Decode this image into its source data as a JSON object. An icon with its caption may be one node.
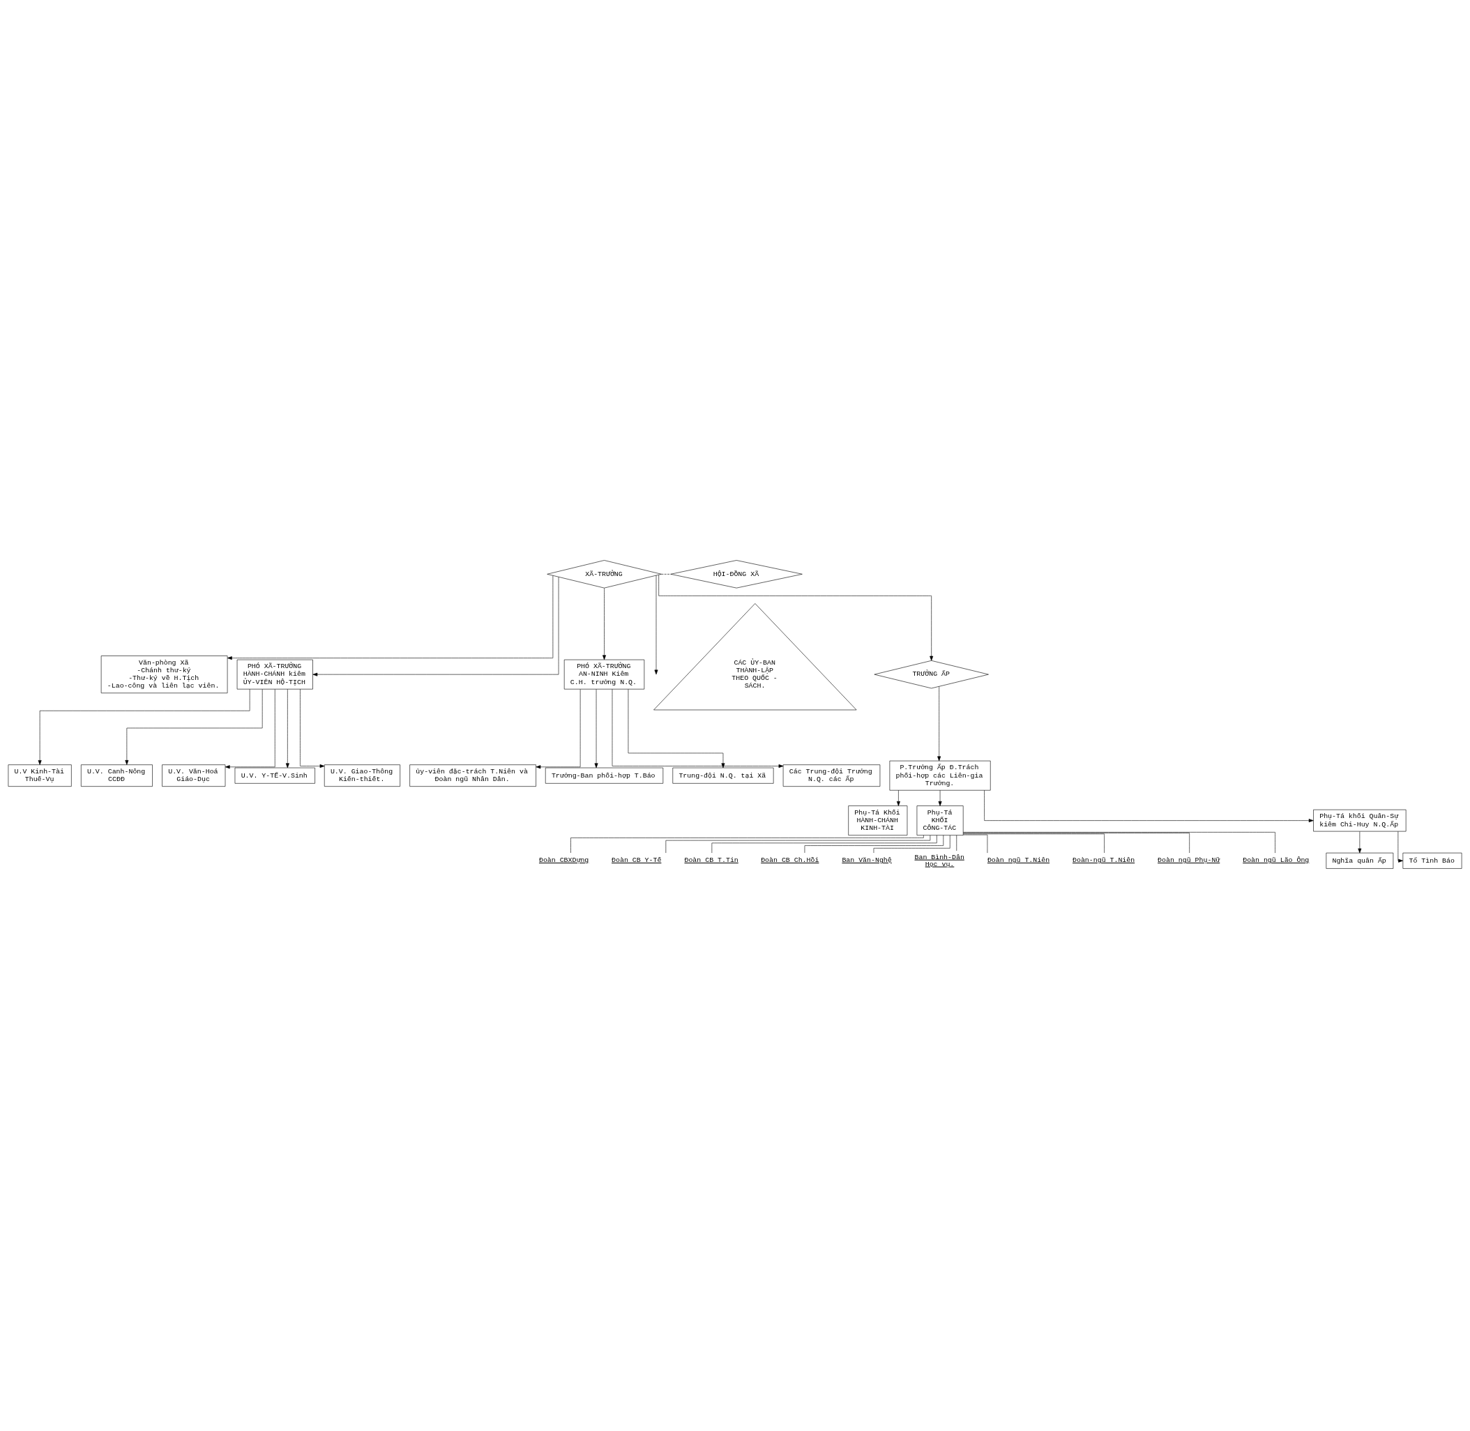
{
  "diagram": {
    "nodes": [
      {
        "text": [
          "XÃ-TRƯỞNG"
        ]
      },
      {
        "text": [
          "HỘI-ĐỒNG XÃ"
        ]
      },
      {
        "text": [
          "Văn-phòng Xã",
          "-Chánh thư-ký",
          "-Thư-ký về H.Tịch",
          "-Lao-công và liên lạc viên."
        ]
      },
      {
        "text": [
          "PHÓ XÃ-TRƯỞNG HÀNH-CHÁNH kiêm ỦY-VIÊN HỘ-TỊCH"
        ]
      },
      {
        "text": [
          "PHÓ XÃ-TRƯỞNG AN-NINH Kiêm C.H. trưởng N.Q."
        ]
      },
      {
        "text": [
          "CÁC ỦY-BAN THÀNH-LẬP THEO QUỐC - SÁCH."
        ]
      },
      {
        "text": [
          "U.V Kinh-Tài Thuế-Vụ"
        ]
      },
      {
        "text": [
          "U.V. Canh-Nông CCĐĐ"
        ]
      },
      {
        "text": [
          "U.V. Văn-Hoá Giáo-Dục"
        ]
      },
      {
        "text": [
          "U.V. Y-TẾ-V.Sinh"
        ]
      },
      {
        "text": [
          "U.V. Giao-Thông Kiến-thiết."
        ]
      },
      {
        "text": [
          "ủy-viên đặc-trách T.Niên và Đoàn ngũ Nhân Dân."
        ]
      },
      {
        "text": [
          "Trưởng-Ban phối-hợp T.Báo"
        ]
      },
      {
        "text": [
          "Trung-đội N.Q. tại Xã"
        ]
      },
      {
        "text": [
          "Các Trung-đội Trưởng N.Q. các Ấp"
        ]
      },
      {
        "text": [
          "TRƯỞNG ẤP"
        ]
      },
      {
        "text": [
          "P.Trưởng Ấp Đ.Trách phối-hợp các Liên-gia Trưởng."
        ]
      },
      {
        "text": [
          "Phụ-Tá Khối HÀNH-CHÁNH KINH-TÀI"
        ]
      },
      {
        "text": [
          "Phụ-Tá KHỐI CÔNG-TÁC"
        ]
      },
      {
        "text": [
          "Phụ-Tá khối Quân-Sự kiêm Chi-Huy N.Q.Ấp"
        ]
      },
      {
        "text": [
          "Đoàn CBXDựng"
        ]
      },
      {
        "text": [
          "Đoàn CB Y-Tế"
        ]
      },
      {
        "text": [
          "Đoàn CB T.Tin"
        ]
      },
      {
        "text": [
          "Đoàn CB Ch.Hồi"
        ]
      },
      {
        "text": [
          "Ban Văn-Nghệ"
        ]
      },
      {
        "text": [
          "Ban Bình-Dân Học vụ."
        ]
      },
      {
        "text": [
          "Đoàn ngũ T.Niên"
        ]
      },
      {
        "text": [
          "Đoàn-ngũ T.Niên"
        ]
      },
      {
        "text": [
          "Đoàn ngũ Phụ-Nữ"
        ]
      },
      {
        "text": [
          "Đoàn ngũ Lão Ông"
        ]
      },
      {
        "text": [
          "Nghĩa quân Ấp"
        ]
      },
      {
        "text": [
          "Tổ Tình Báo"
        ]
      }
    ],
    "edges": [
      {
        "from": 0,
        "to": 1,
        "arrow": "none",
        "style": "dashed"
      },
      {
        "from": 0,
        "to": 2,
        "arrow": "to"
      },
      {
        "from": 0,
        "to": 5,
        "arrow": "to"
      },
      {
        "from": 0,
        "to": 3,
        "arrow": "to"
      },
      {
        "from": 0,
        "to": 4,
        "arrow": "to"
      },
      {
        "from": 0,
        "to": 15,
        "arrow": "to"
      },
      {
        "from": 3,
        "to": 6,
        "arrow": "to"
      },
      {
        "from": 3,
        "to": 7,
        "arrow": "to"
      },
      {
        "from": 3,
        "to": 8,
        "arrow": "to"
      },
      {
        "from": 3,
        "to": 9,
        "arrow": "to"
      },
      {
        "from": 3,
        "to": 10,
        "arrow": "to"
      },
      {
        "from": 4,
        "to": 11,
        "arrow": "to"
      },
      {
        "from": 4,
        "to": 12,
        "arrow": "to"
      },
      {
        "from": 4,
        "to": 13,
        "arrow": "to"
      },
      {
        "from": 4,
        "to": 14,
        "arrow": "to"
      },
      {
        "from": 15,
        "to": 16,
        "arrow": "to"
      },
      {
        "from": 16,
        "to": 17,
        "arrow": "to"
      },
      {
        "from": 16,
        "to": 18,
        "arrow": "to"
      },
      {
        "from": 16,
        "to": 19,
        "arrow": "to"
      },
      {
        "from": 18,
        "to": 20,
        "arrow": "none"
      },
      {
        "from": 18,
        "to": 21,
        "arrow": "none"
      },
      {
        "from": 18,
        "to": 22,
        "arrow": "none"
      },
      {
        "from": 18,
        "to": 23,
        "arrow": "none"
      },
      {
        "from": 18,
        "to": 24,
        "arrow": "none"
      },
      {
        "from": 18,
        "to": 25,
        "arrow": "none"
      },
      {
        "from": 18,
        "to": 26,
        "arrow": "none"
      },
      {
        "from": 18,
        "to": 27,
        "arrow": "none"
      },
      {
        "from": 18,
        "to": 28,
        "arrow": "none"
      },
      {
        "from": 18,
        "to": 29,
        "arrow": "none"
      },
      {
        "from": 19,
        "to": 30,
        "arrow": "to"
      },
      {
        "from": 19,
        "to": 31,
        "arrow": "to"
      }
    ]
  }
}
